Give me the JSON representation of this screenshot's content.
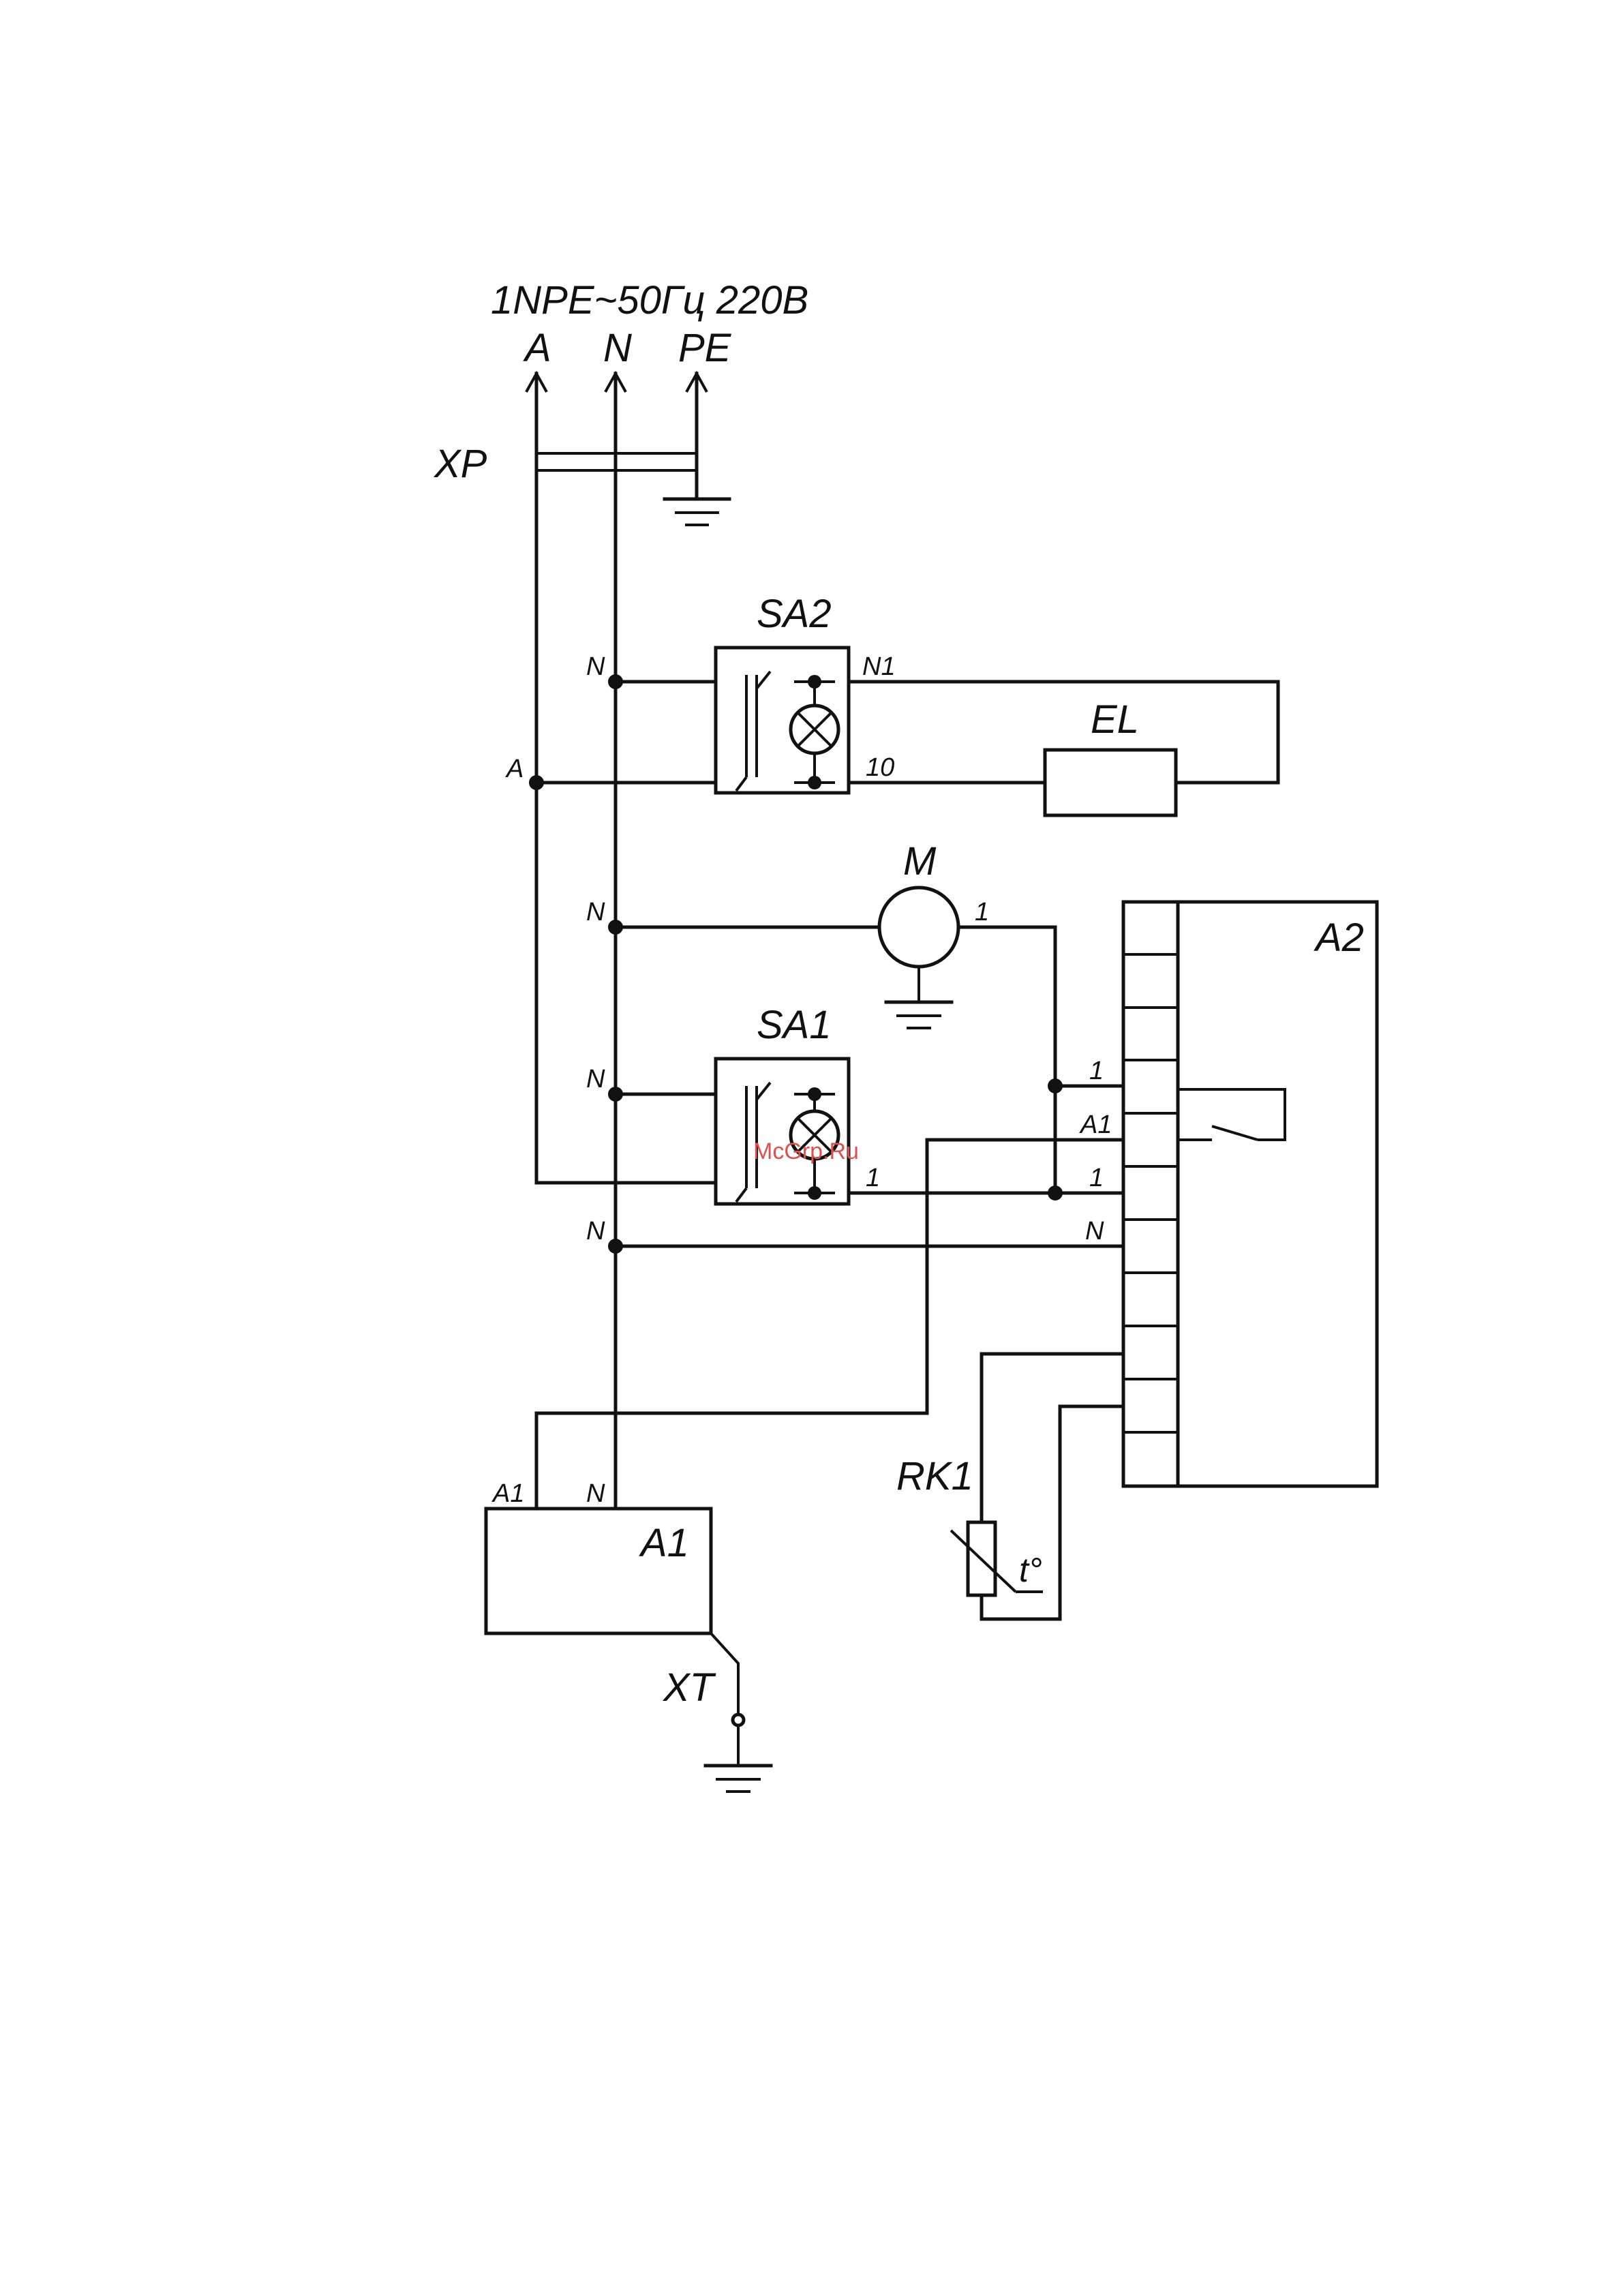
{
  "header": {
    "supply": "1NPE~50Гц 220В",
    "terminal_a": "A",
    "terminal_n": "N",
    "terminal_pe": "PE"
  },
  "components": {
    "plug": "XP",
    "switch_light": "SA2",
    "lamp": "EL",
    "motor": "M",
    "switch_main": "SA1",
    "controller": "A2",
    "heater_unit": "A1",
    "thermistor": "RK1",
    "thermistor_symbol": "t°",
    "terminal": "XT"
  },
  "wire_labels": {
    "n_sa2": "N",
    "n1_sa2": "N1",
    "a_node": "A",
    "sa2_10": "10",
    "n_motor": "N",
    "motor_1": "1",
    "n_sa1": "N",
    "sa1_1": "1",
    "n_bottom": "N",
    "a2_1_top": "1",
    "a2_a1": "A1",
    "a2_1_bot": "1",
    "a2_n": "N",
    "a1_a1": "A1",
    "a1_n": "N"
  },
  "watermark": "McGrp.Ru",
  "colors": {
    "ink": "#111111",
    "watermark": "#d9534f"
  }
}
